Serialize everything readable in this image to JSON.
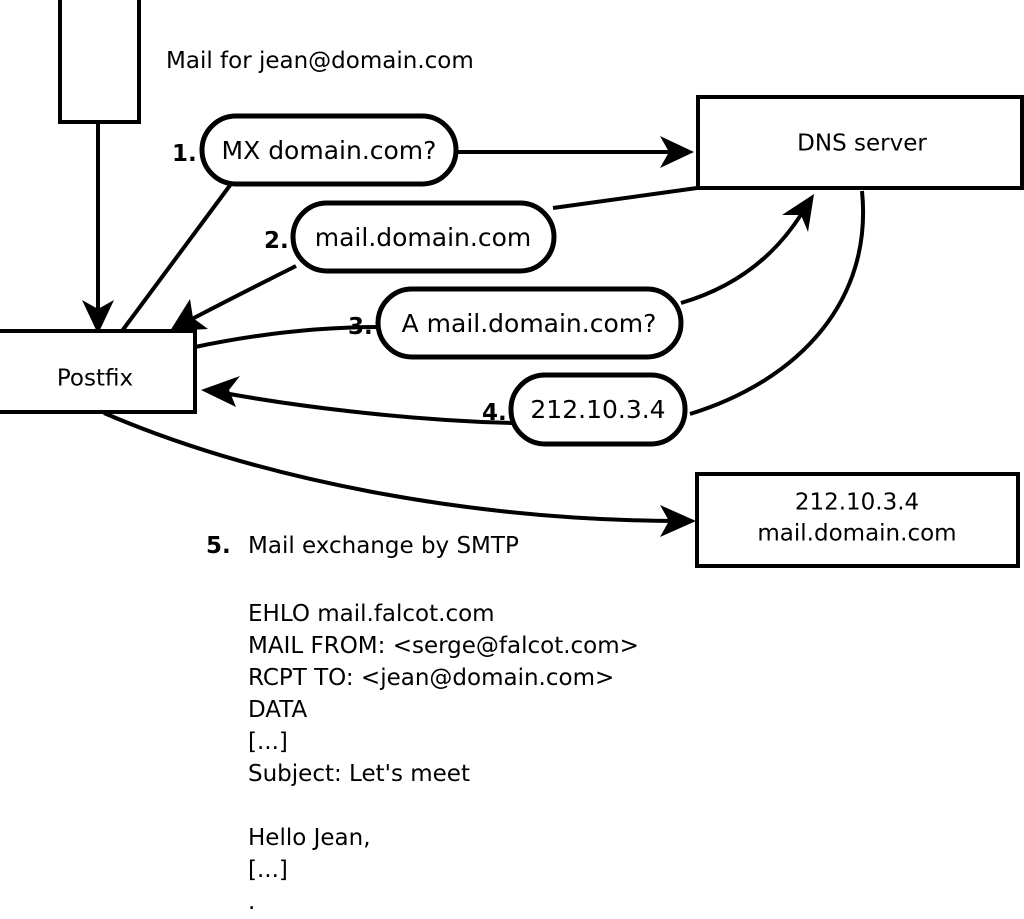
{
  "diagram": {
    "title_caption": "Mail for jean@domain.com",
    "nodes": [
      {
        "id": "sender",
        "label": ""
      },
      {
        "id": "postfix",
        "label": "Postfix"
      },
      {
        "id": "dns",
        "label": "DNS server"
      },
      {
        "id": "target",
        "line1": "212.10.3.4",
        "line2": "mail.domain.com"
      }
    ],
    "steps": [
      {
        "num": "1.",
        "label": "MX domain.com?"
      },
      {
        "num": "2.",
        "label": "mail.domain.com"
      },
      {
        "num": "3.",
        "label": "A mail.domain.com?"
      },
      {
        "num": "4.",
        "label": "212.10.3.4"
      }
    ],
    "step5": {
      "num": "5.",
      "label": "Mail exchange by SMTP"
    },
    "smtp_transcript": [
      "EHLO mail.falcot.com",
      "MAIL FROM: <serge@falcot.com>",
      "RCPT TO: <jean@domain.com>",
      "DATA",
      "[...]",
      "Subject: Let's meet",
      "",
      "Hello Jean,",
      "[...]",
      "."
    ],
    "colors": {
      "stroke": "#000000",
      "fill": "#ffffff",
      "text": "#000000"
    }
  }
}
